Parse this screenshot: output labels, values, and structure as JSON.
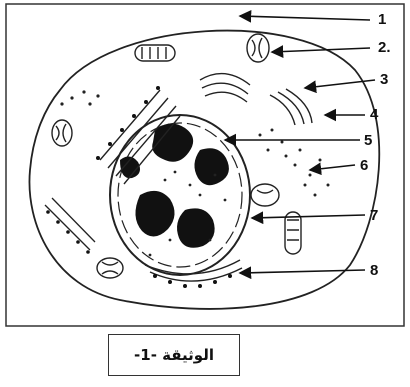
{
  "diagram": {
    "labels": [
      "1",
      "2.",
      "3",
      "4",
      "5",
      "6",
      "7",
      "8"
    ],
    "caption": "الوثيقة -1-"
  }
}
